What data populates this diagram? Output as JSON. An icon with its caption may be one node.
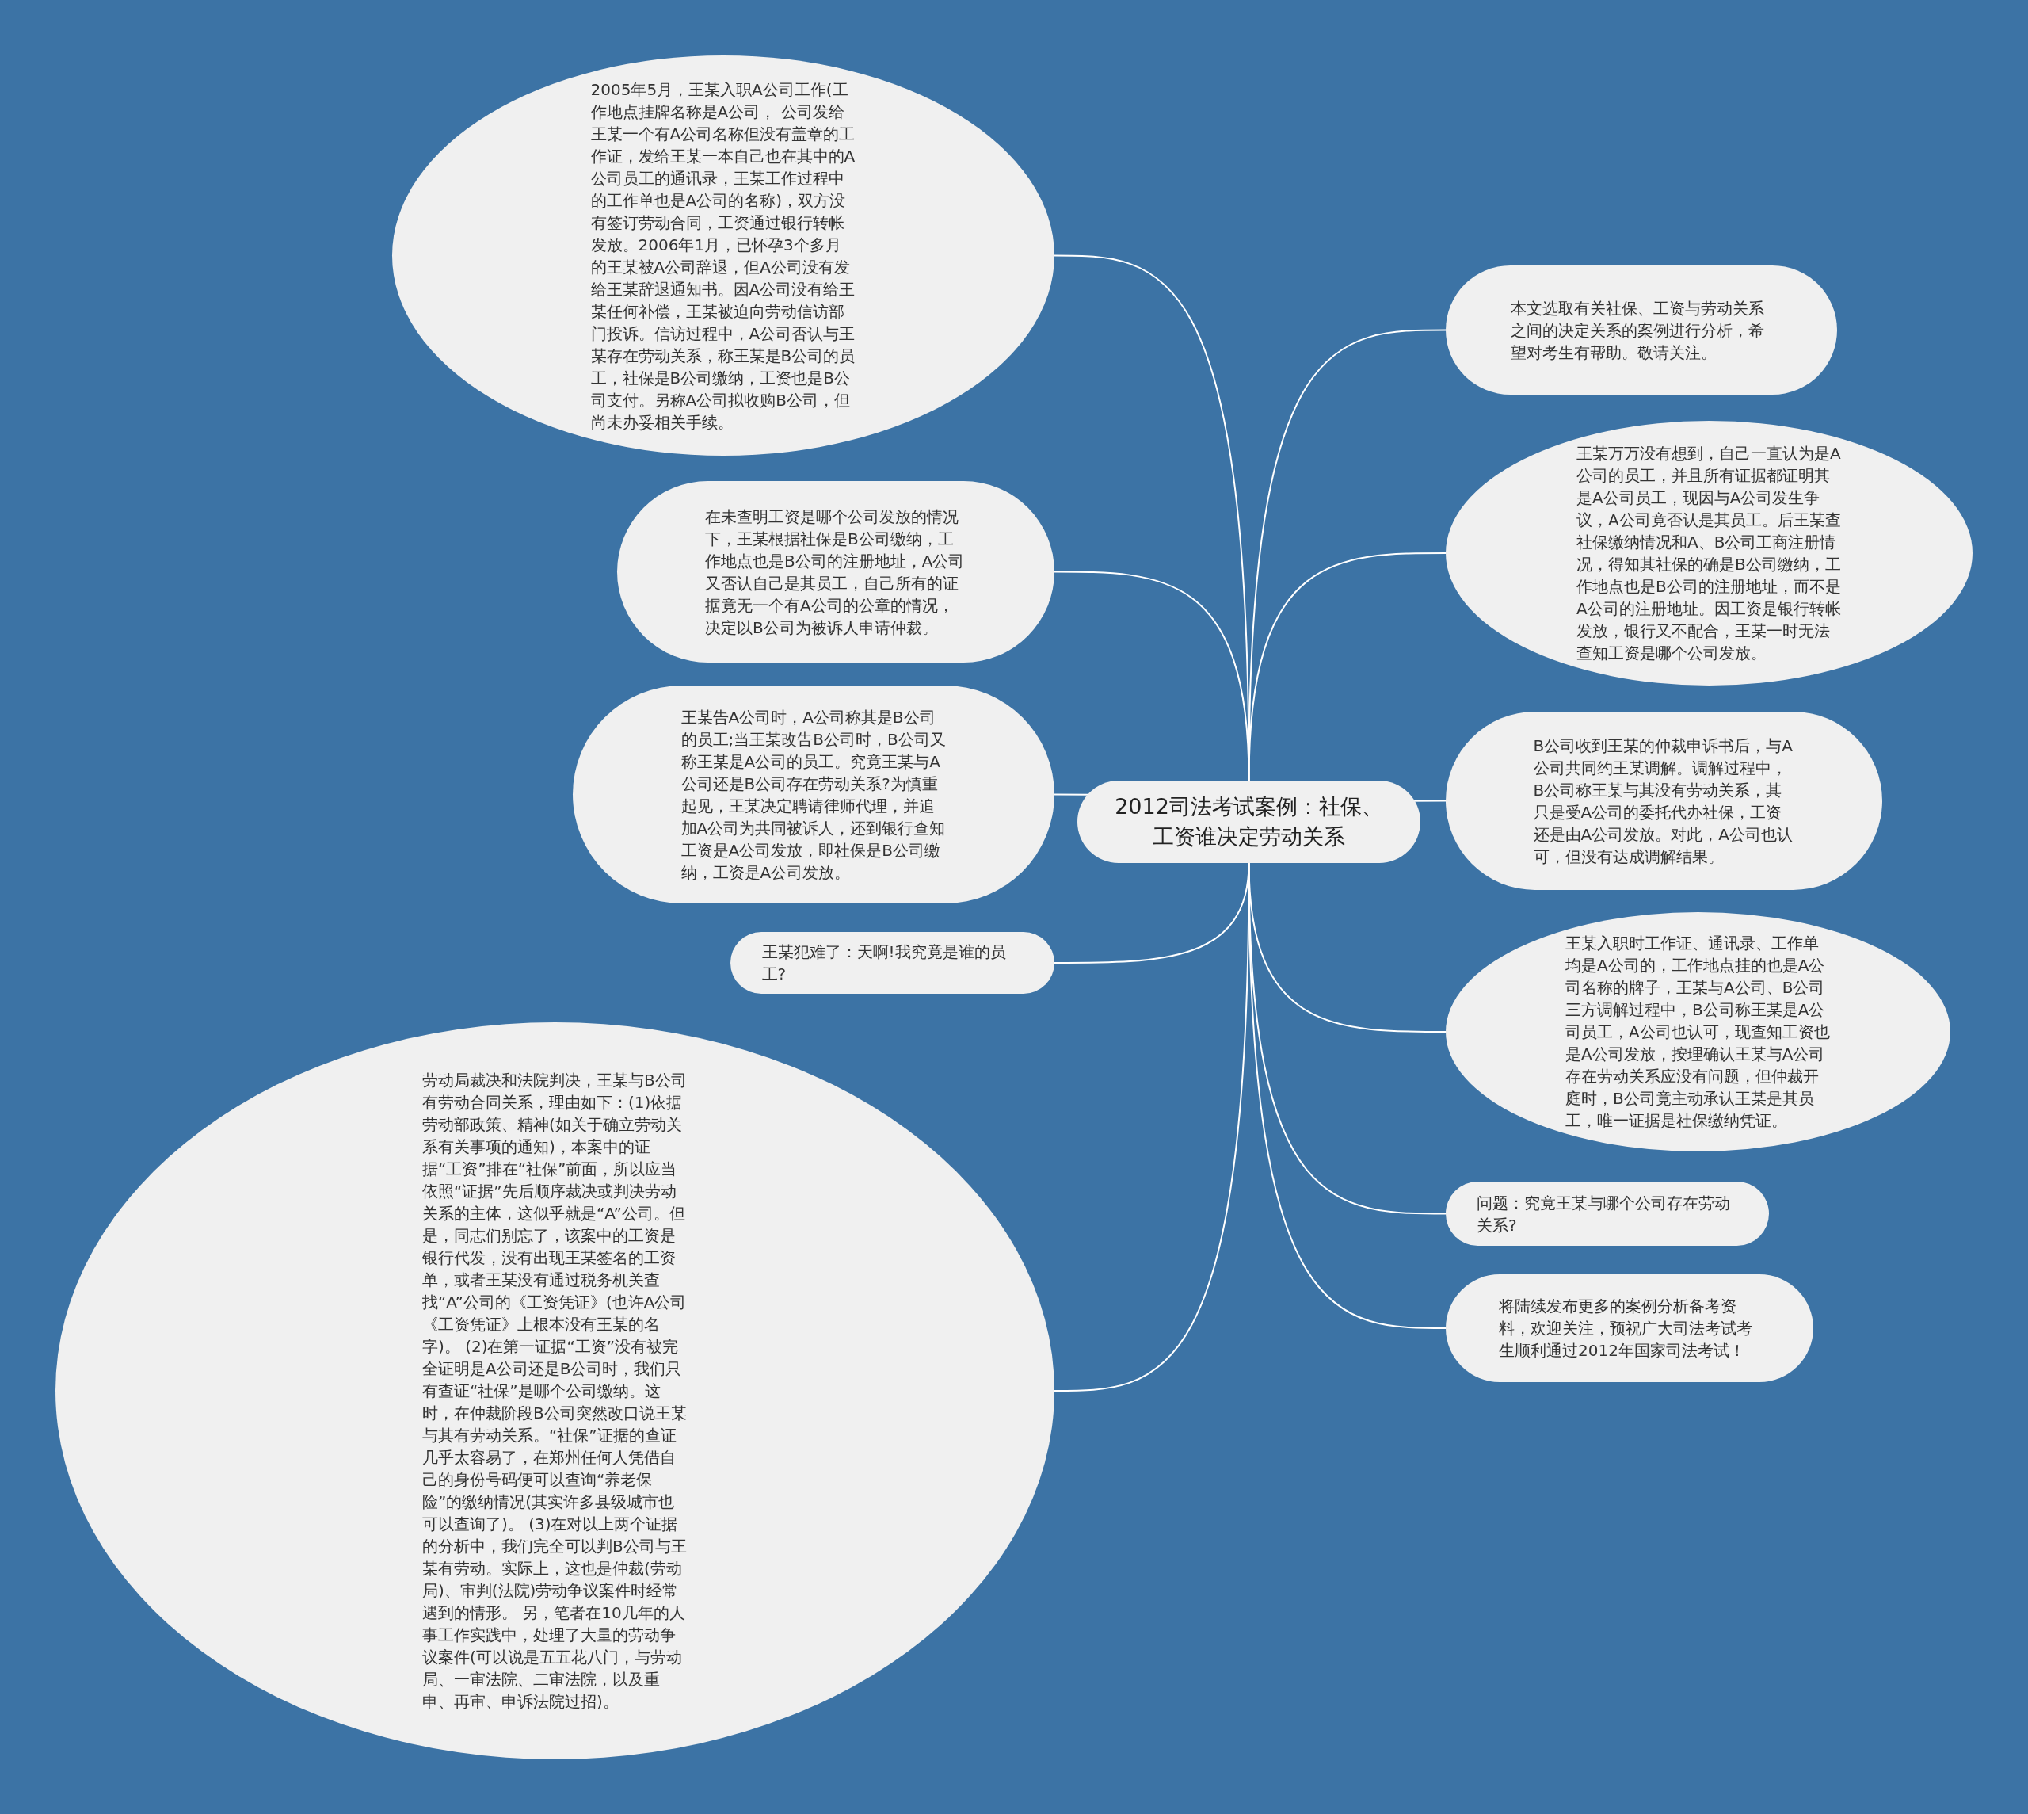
{
  "diagram": {
    "nodes": [
      {
        "text": [
          "2012司法考试案例：社保、工资谁决定劳动关系"
        ]
      },
      {
        "text": [
          "本文选取有关社保、工资与劳动关系之间的决定关系的案例进行分析，希望对考生有帮助。敬请关注。"
        ]
      },
      {
        "text": [
          "王某万万没有想到，自己一直认为是A公司的员工，并且所有证据都证明其是A公司员工，现因与A公司发生争议，A公司竟否认是其员工。后王某查社保缴纳情况和A、B公司工商注册情况，得知其社保的确是B公司缴纳，工作地点也是B公司的注册地址，而不是A公司的注册地址。因工资是银行转帐发放，银行又不配合，王某一时无法查知工资是哪个公司发放。"
        ]
      },
      {
        "text": [
          "B公司收到王某的仲裁申诉书后，与A公司共同约王某调解。调解过程中，B公司称王某与其没有劳动关系，其只是受A公司的委托代办社保，工资还是由A公司发放。对此，A公司也认可，但没有达成调解结果。"
        ]
      },
      {
        "text": [
          "王某入职时工作证、通讯录、工作单均是A公司的，工作地点挂的也是A公司名称的牌子，王某与A公司、B公司三方调解过程中，B公司称王某是A公司员工，A公司也认可，现查知工资也是A公司发放，按理确认王某与A公司存在劳动关系应没有问题，但仲裁开庭时，B公司竟主动承认王某是其员工，唯一证据是社保缴纳凭证。"
        ]
      },
      {
        "text": [
          "问题：究竟王某与哪个公司存在劳动关系?"
        ]
      },
      {
        "text": [
          "将陆续发布更多的案例分析备考资料，欢迎关注，预祝广大司法考试考生顺利通过2012年国家司法考试！"
        ]
      },
      {
        "text": [
          "2005年5月，王某入职A公司工作(工作地点挂牌名称是A公司， 公司发给王某一个有A公司名称但没有盖章的工作证，发给王某一本自己也在其中的A公司员工的通讯录，王某工作过程中的工作单也是A公司的名称)，双方没有签订劳动合同，工资通过银行转帐发放。2006年1月，已怀孕3个多月的王某被A公司辞退，但A公司没有发给王某辞退通知书。因A公司没有给王某任何补偿，王某被迫向劳动信访部门投诉。信访过程中，A公司否认与王某存在劳动关系，称王某是B公司的员工，社保是B公司缴纳，工资也是B公司支付。另称A公司拟收购B公司，但尚未办妥相关手续。"
        ]
      },
      {
        "text": [
          "在未查明工资是哪个公司发放的情况下，王某根据社保是B公司缴纳，工作地点也是B公司的注册地址，A公司又否认自己是其员工，自己所有的证据竟无一个有A公司的公章的情况，决定以B公司为被诉人申请仲裁。"
        ]
      },
      {
        "text": [
          "王某告A公司时，A公司称其是B公司的员工;当王某改告B公司时，B公司又称王某是A公司的员工。究竟王某与A公司还是B公司存在劳动关系?为慎重起见，王某决定聘请律师代理，并追加A公司为共同被诉人，还到银行查知工资是A公司发放，即社保是B公司缴纳，工资是A公司发放。"
        ]
      },
      {
        "text": [
          "王某犯难了：天啊!我究竟是谁的员工?"
        ]
      },
      {
        "text": [
          "劳动局裁决和法院判决，王某与B公司有劳动合同关系，理由如下：(1)依据劳动部政策、精神(如关于确立劳动关系有关事项的通知)，本案中的证据“工资”排在“社保”前面，所以应当依照“证据”先后顺序裁决或判决劳动关系的主体，这似乎就是“A”公司。但是，同志们别忘了，该案中的工资是银行代发，没有出现王某签名的工资单，或者王某没有通过税务机关查找“A”公司的《工资凭证》(也许A公司《工资凭证》上根本没有王某的名字)。 (2)在第一证据“工资”没有被完全证明是A公司还是B公司时，我们只有查证“社保”是哪个公司缴纳。这时，在仲裁阶段B公司突然改口说王某与其有劳动关系。“社保”证据的查证几乎太容易了，在郑州任何人凭借自己的身份号码便可以查询“养老保险”的缴纳情况(其实许多县级城市也可以查询了)。 (3)在对以上两个证据的分析中，我们完全可以判B公司与王某有劳动。实际上，这也是仲裁(劳动局)、审判(法院)劳动争议案件时经常遇到的情形。 另，笔者在10几年的人事工作实践中，处理了大量的劳动争议案件(可以说是五五花八门，与劳动局、一审法院、二审法院，以及重申、再审、申诉法院过招)。"
        ]
      }
    ],
    "edges": [
      {
        "from": 0,
        "to": 1,
        "arrow": "none"
      },
      {
        "from": 0,
        "to": 2,
        "arrow": "none"
      },
      {
        "from": 0,
        "to": 3,
        "arrow": "none"
      },
      {
        "from": 0,
        "to": 4,
        "arrow": "none"
      },
      {
        "from": 0,
        "to": 5,
        "arrow": "none"
      },
      {
        "from": 0,
        "to": 6,
        "arrow": "none"
      },
      {
        "from": 0,
        "to": 7,
        "arrow": "none"
      },
      {
        "from": 0,
        "to": 8,
        "arrow": "none"
      },
      {
        "from": 0,
        "to": 9,
        "arrow": "none"
      },
      {
        "from": 0,
        "to": 10,
        "arrow": "none"
      },
      {
        "from": 0,
        "to": 11,
        "arrow": "none"
      }
    ]
  }
}
